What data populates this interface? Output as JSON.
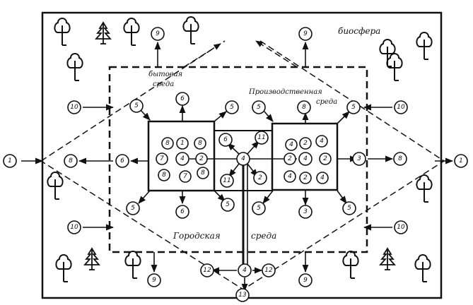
{
  "labels": {
    "biosphere": "биосфера",
    "domestic_line1": "бытовая",
    "domestic_line2": "среда",
    "production_line1": "Производственная",
    "production_line2": "среда",
    "urban_part1": "Городская",
    "urban_part2": "среда"
  },
  "numbers": {
    "n1": "1",
    "n2": "2",
    "n3": "3",
    "n4": "4",
    "n5": "5",
    "n6": "6",
    "n7": "7",
    "n8": "8",
    "n9": "9",
    "n10": "10",
    "n11": "11",
    "n12": "12",
    "n13": "13"
  },
  "icons": [
    "deciduous-tree-icon",
    "conifer-tree-icon"
  ],
  "colors": {
    "ink": "#111111",
    "background": "#ffffff"
  }
}
